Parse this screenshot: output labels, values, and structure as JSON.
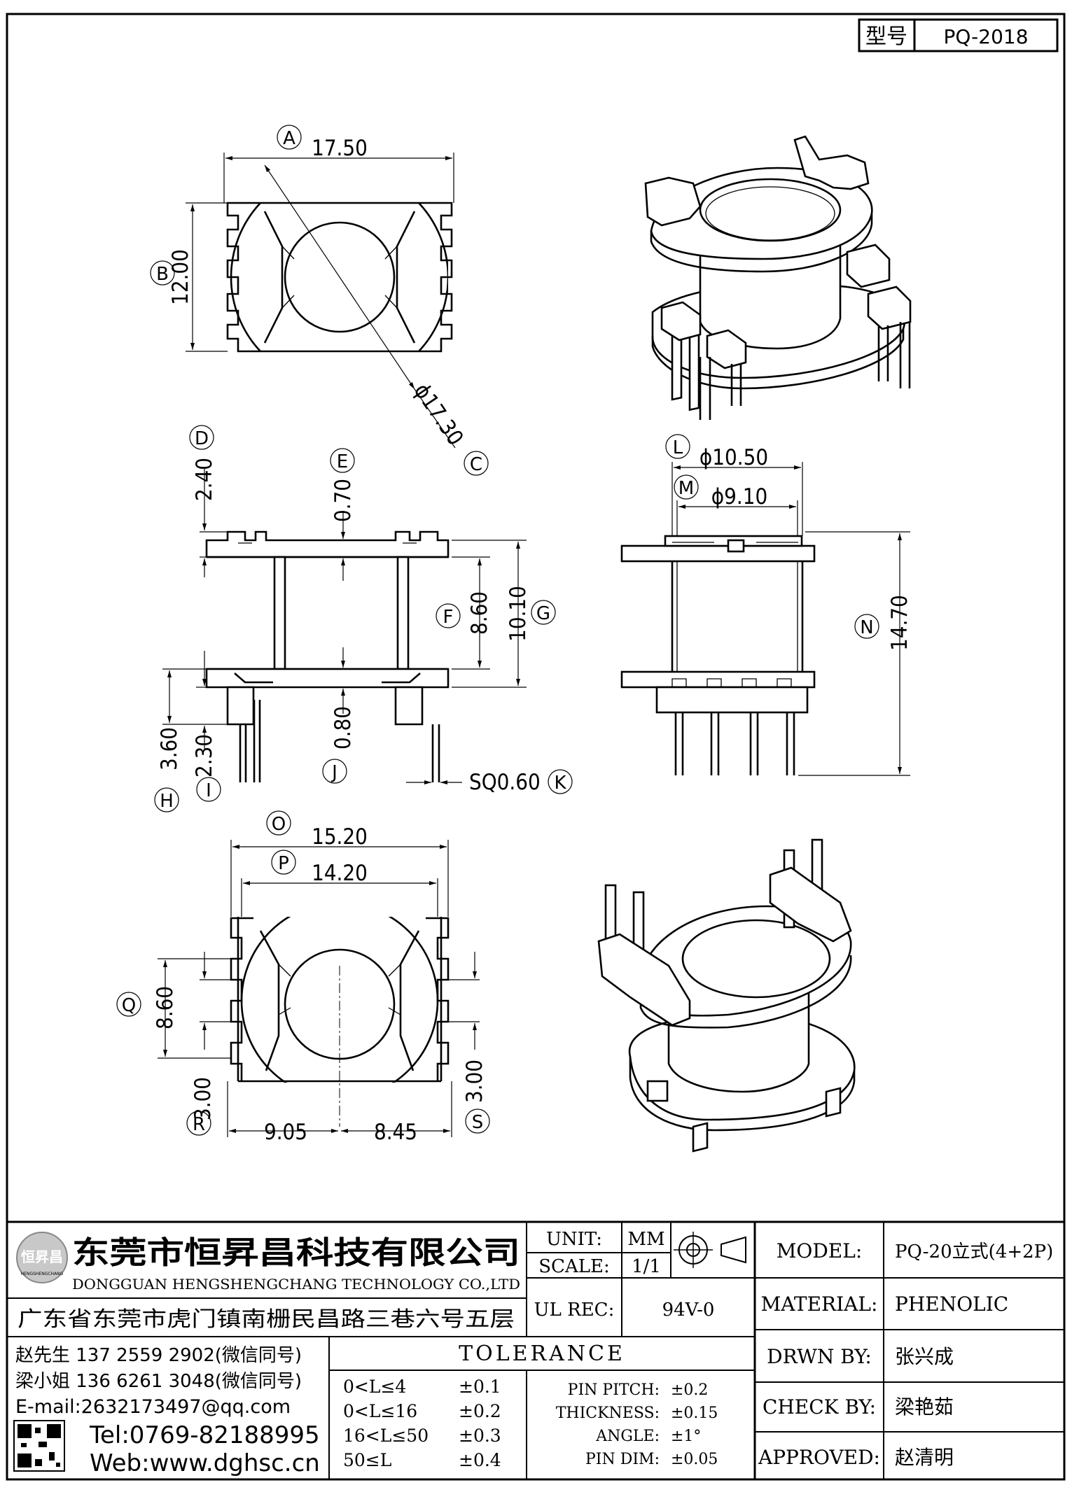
{
  "type_box": {
    "label": "型号",
    "value": "PQ-2018"
  },
  "views": {
    "top": {
      "dims": [
        {
          "id": "A",
          "value": "17.50"
        },
        {
          "id": "B",
          "value": "12.00"
        },
        {
          "id": "C",
          "value": "ϕ17.30"
        }
      ]
    },
    "front": {
      "dims": [
        {
          "id": "D",
          "value": "2.40"
        },
        {
          "id": "E",
          "value": "0.70"
        },
        {
          "id": "F",
          "value": "8.60"
        },
        {
          "id": "G",
          "value": "10.10"
        },
        {
          "id": "H",
          "value": "3.60"
        },
        {
          "id": "I",
          "value": "2.30"
        },
        {
          "id": "J",
          "value": "0.80"
        },
        {
          "id": "K",
          "value": "SQ0.60"
        }
      ]
    },
    "side": {
      "dims": [
        {
          "id": "L",
          "value": "ϕ10.50"
        },
        {
          "id": "M",
          "value": "ϕ9.10"
        },
        {
          "id": "N",
          "value": "14.70"
        }
      ]
    },
    "bottom": {
      "dims": [
        {
          "id": "O",
          "value": "15.20"
        },
        {
          "id": "P",
          "value": "14.20"
        },
        {
          "id": "Q",
          "value": "8.60"
        },
        {
          "id": "R",
          "value": "3.00"
        },
        {
          "id": "S",
          "value": "3.00"
        },
        {
          "id": "R2",
          "value": "9.05"
        },
        {
          "id": "S2",
          "value": "8.45"
        }
      ]
    }
  },
  "company": {
    "logo_text": "恒昇昌",
    "logo_subtext": "HENGSHENGCHANG",
    "name_cn": "东莞市恒昇昌科技有限公司",
    "name_en": "DONGGUAN HENGSHENGCHANG TECHNOLOGY CO.,LTD",
    "address": "广东省东莞市虎门镇南栅民昌路三巷六号五层",
    "contact1": "赵先生 137 2559 2902(微信同号)",
    "contact2": "梁小姐 136 6261 3048(微信同号)",
    "email": "E-mail:2632173497@qq.com",
    "tel": "Tel:0769-82188995",
    "web": "Web:www.dghsc.cn"
  },
  "specs": {
    "unit_label": "UNIT:",
    "unit_value": "MM",
    "scale_label": "SCALE:",
    "scale_value": "1/1",
    "ulrec_label": "UL REC:",
    "ulrec_value": "94V-0"
  },
  "tolerance": {
    "title": "TOLERANCE",
    "ranges": [
      {
        "range": "0<L≤4",
        "tol": "±0.1"
      },
      {
        "range": "0<L≤16",
        "tol": "±0.2"
      },
      {
        "range": "16<L≤50",
        "tol": "±0.3"
      },
      {
        "range": "50≤L",
        "tol": "±0.4"
      }
    ],
    "params": [
      {
        "name": "PIN PITCH:",
        "tol": "±0.2"
      },
      {
        "name": "THICKNESS:",
        "tol": "±0.15"
      },
      {
        "name": "ANGLE:",
        "tol": "±1°"
      },
      {
        "name": "PIN DIM:",
        "tol": "±0.05"
      }
    ]
  },
  "info": [
    {
      "label": "MODEL:",
      "value": "PQ-20立式(4+2P)"
    },
    {
      "label": "MATERIAL:",
      "value": "PHENOLIC"
    },
    {
      "label": "DRWN BY:",
      "value": "张兴成"
    },
    {
      "label": "CHECK BY:",
      "value": "梁艳茹"
    },
    {
      "label": "APPROVED:",
      "value": "赵清明"
    }
  ]
}
